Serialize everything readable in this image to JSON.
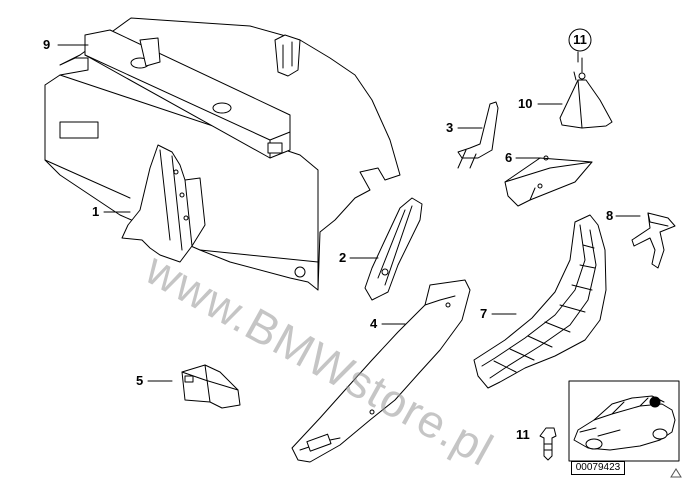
{
  "callouts": {
    "c1": "1",
    "c2": "2",
    "c3": "3",
    "c4": "4",
    "c5": "5",
    "c6": "6",
    "c7": "7",
    "c8": "8",
    "c9": "9",
    "c10": "10",
    "c11_circled": "11",
    "c11_fastener": "11"
  },
  "watermark": "www.BMWstore.pl",
  "reference_number": "00079423"
}
